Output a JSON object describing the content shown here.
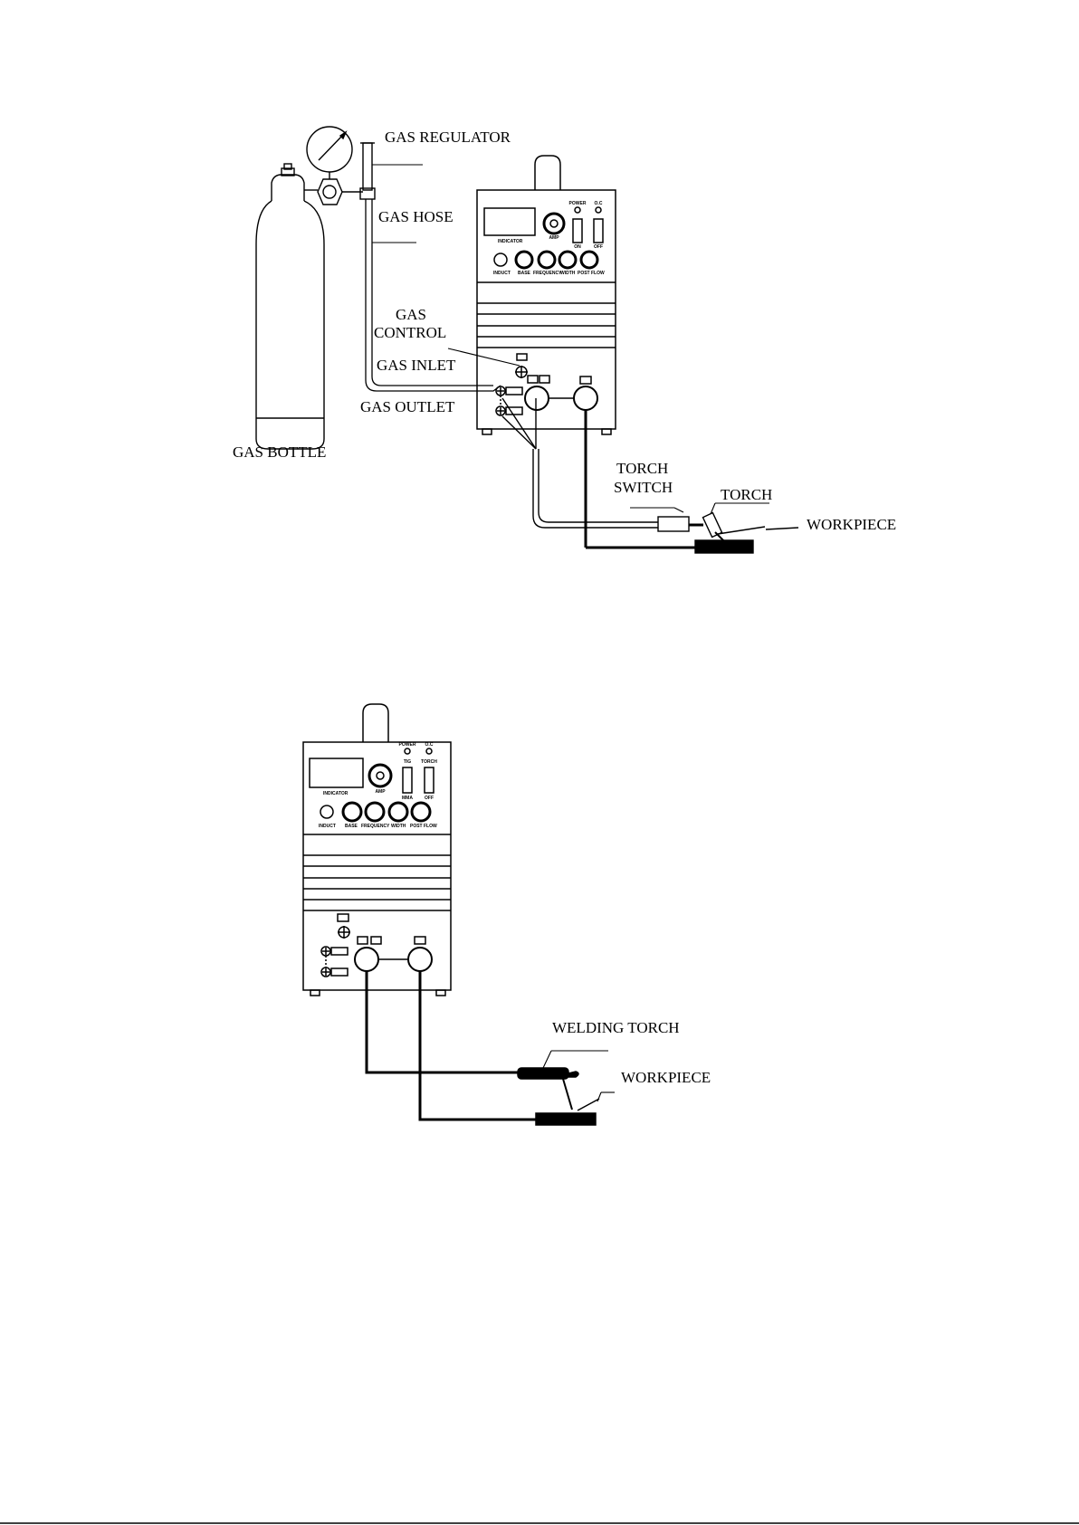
{
  "diagram_1": {
    "labels": {
      "gas_regulator": "GAS REGULATOR",
      "gas_hose": "GAS HOSE",
      "gas_control_line1": "GAS",
      "gas_control_line2": "CONTROL",
      "gas_inlet": "GAS INLET",
      "gas_outlet": "GAS OUTLET",
      "gas_bottle": "GAS BOTTLE",
      "torch_switch_line1": "TORCH",
      "torch_switch_line2": "SWITCH",
      "torch": "TORCH",
      "workpiece": "WORKPIECE"
    }
  },
  "diagram_2": {
    "labels": {
      "welding_torch": "WELDING TORCH",
      "workpiece": "WORKPIECE"
    }
  },
  "machine_panel": {
    "amp": "AMP",
    "power": "POWER",
    "oc": "O.C",
    "torch": "TORCH",
    "tig": "TIG",
    "mma": "MMA",
    "on": "ON",
    "off": "OFF",
    "indicator": "INDICATOR",
    "knob_labels": [
      "BASE",
      "FREQUENCY",
      "WIDTH",
      "POST FLOW"
    ],
    "inductance": "INDUCT"
  },
  "colors": {
    "ink": "#000000",
    "paper": "#ffffff"
  }
}
